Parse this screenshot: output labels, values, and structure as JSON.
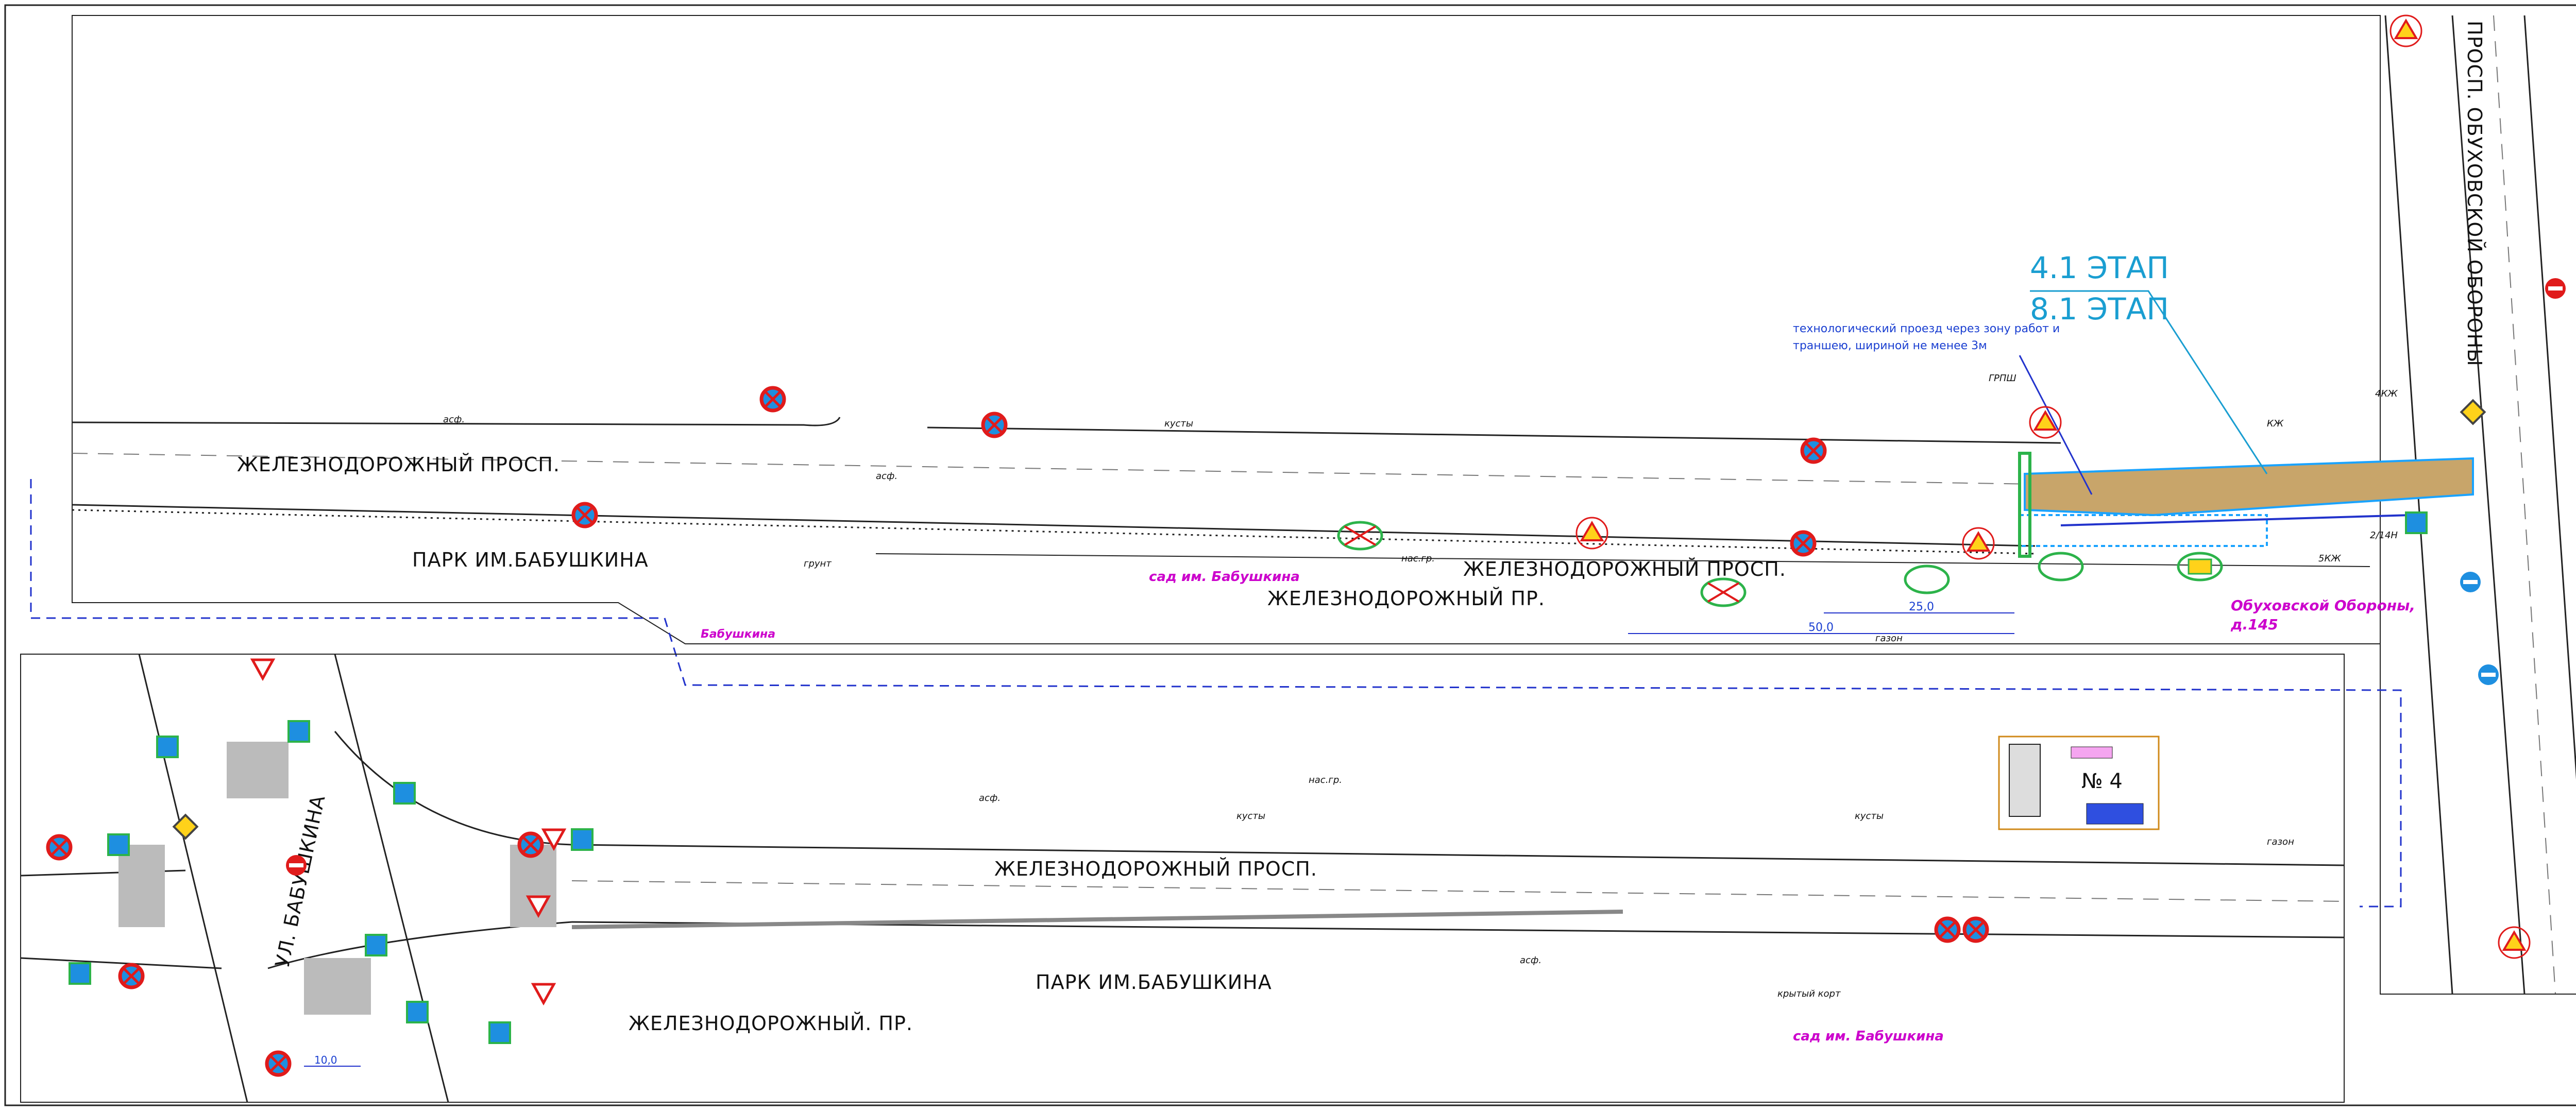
{
  "stage": {
    "line1": "4.1 ЭТАП",
    "line2": "8.1 ЭТАП",
    "color": "#1a9ed1"
  },
  "note": {
    "line1": "технологический проезд через зону работ и",
    "line2": "траншею, шириной не менее 3м"
  },
  "streets": {
    "rail_prosp_top_left": "ЖЕЛЕЗНОДОРОЖНЫЙ ПРОСП.",
    "rail_prosp_top_mid": "ЖЕЛЕЗНОДОРОЖНЫЙ ПРОСП.",
    "rail_pr_top": "ЖЕЛЕЗНОДОРОЖНЫЙ ПР.",
    "park_top": "ПАРК ИМ.БАБУШКИНА",
    "obukhov": "ПРОСП. ОБУХОВСКОЙ ОБОРОНЫ",
    "rail_prosp_bottom": "ЖЕЛЕЗНОДОРОЖНЫЙ ПРОСП.",
    "park_bottom": "ПАРК ИМ.БАБУШКИНА",
    "rail_pr_bottom": "ЖЕЛЕЗНОДОРОЖНЫЙ. ПР.",
    "babushkina": "УЛ. БАБУШКИНА"
  },
  "places": {
    "garden_top": "сад им. Бабушкина",
    "garden_bottom": "сад им. Бабушкина",
    "babushkina_small": "Бабушкина",
    "address_line1": "Обуховской Обороны,",
    "address_line2": "д.145",
    "building_no": "№ 4",
    "covered_court": "крытый корт"
  },
  "dimensions": {
    "d50": "50,0",
    "d25": "25,0",
    "d10": "10,0"
  },
  "labels": {
    "asf": "асф.",
    "kusty": "кусты",
    "gazon": "газон",
    "nas_gr": "нас.гр.",
    "grunt": "грунт",
    "grpsh": "ГРПШ",
    "kzh": "КЖ",
    "kzh4": "4КЖ",
    "kzh5": "5КЖ",
    "nezh": "2/14Н"
  },
  "colors": {
    "road": "#222222",
    "work_zone": "#c8a56a",
    "hatch": "#1aa3ff",
    "boundary": "#2233cc",
    "sign_red": "#e01b1b",
    "sign_blue": "#1e8fe0",
    "sign_green": "#2cb34a",
    "sign_yellow": "#ffd21a"
  }
}
